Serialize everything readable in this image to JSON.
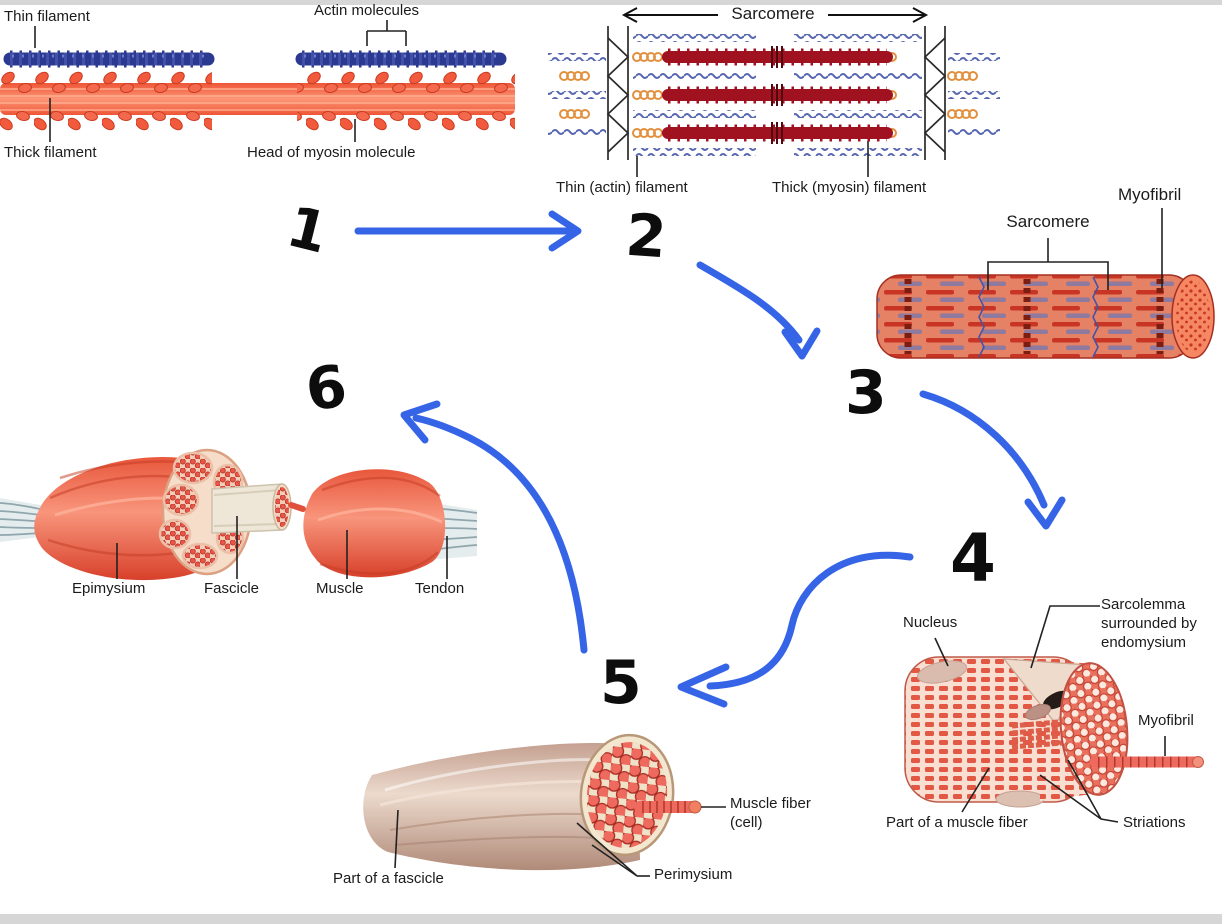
{
  "panels": {
    "filaments": {
      "thin_filament": "Thin filament",
      "actin_molecules": "Actin molecules",
      "thick_filament": "Thick filament",
      "head_of_myosin": "Head of myosin molecule"
    },
    "sarcomere_panel": {
      "title": "Sarcomere",
      "thin_actin": "Thin (actin) filament",
      "thick_myosin": "Thick (myosin) filament"
    },
    "myofibril_panel": {
      "sarcomere": "Sarcomere",
      "myofibril": "Myofibril"
    },
    "muscle_fiber_panel": {
      "nucleus": "Nucleus",
      "sarcolemma": "Sarcolemma surrounded by endomysium",
      "myofibril": "Myofibril",
      "part": "Part of a muscle fiber",
      "striations": "Striations"
    },
    "fascicle_panel": {
      "part": "Part of a fascicle",
      "muscle_fiber_cell": "Muscle fiber (cell)",
      "perimysium": "Perimysium"
    },
    "muscle_panel": {
      "epimysium": "Epimysium",
      "fascicle": "Fascicle",
      "muscle": "Muscle",
      "tendon": "Tendon"
    }
  },
  "sequence": {
    "steps": [
      "1",
      "2",
      "3",
      "4",
      "5",
      "6"
    ]
  },
  "colors": {
    "arrow_blue": "#3565e6",
    "actin_blue": "#2b3990",
    "myosin_red": "#f2593c",
    "sarcomere_dark_red": "#a01220",
    "titin_orange": "#e2903e",
    "myofibril_red": "#cf3a28",
    "fiber_pink": "#f9ded2",
    "fascicle_tan": "#d9b8a8",
    "muscle_red": "#e8573c",
    "tendon_gray": "#9fb4bb",
    "label_text": "#1b1b1b"
  }
}
